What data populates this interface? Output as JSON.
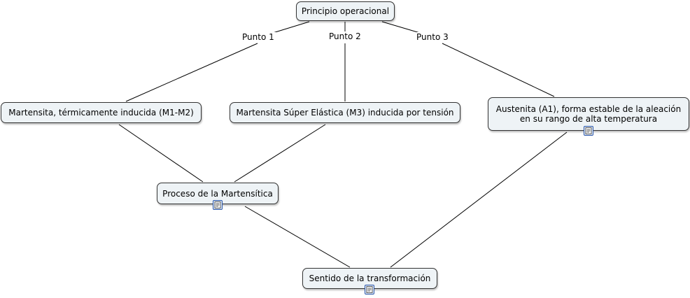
{
  "nodes": {
    "principio": "Principio operacional",
    "m1m2": "Martensita, térmicamente inducida (M1-M2)",
    "m3": "Martensita Súper Elástica (M3) inducida por tensión",
    "austenita": "Austenita (A1), forma estable de la aleación en su rango de alta temperatura",
    "proceso": "Proceso de la Martensítica",
    "sentido": "Sentido de la transformación"
  },
  "links": {
    "punto1": "Punto 1",
    "punto2": "Punto 2",
    "punto3": "Punto 3"
  },
  "icons": {
    "resource": "document-resource-icon"
  },
  "colors": {
    "node_fill": "#eef3f6",
    "node_border": "#333333",
    "line": "#000000",
    "icon_border": "#2a55a8"
  }
}
